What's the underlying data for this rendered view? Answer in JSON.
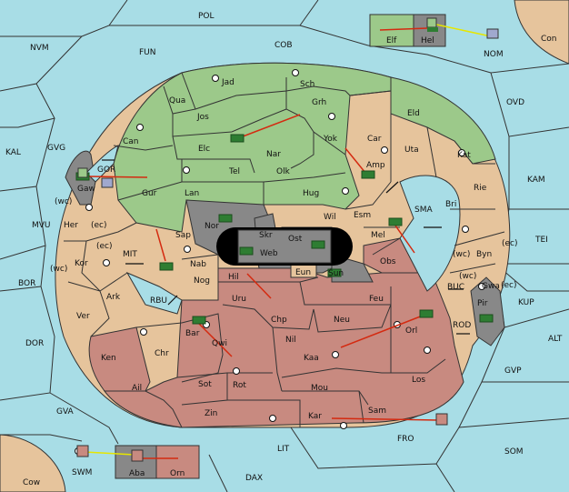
{
  "map": {
    "colors": {
      "sea": "#a8dde6",
      "green_power": "#9cc98a",
      "tan_power": "#e6c49c",
      "red_power": "#c88a80",
      "neutral": "#888888",
      "arrow": "#d42a10",
      "support_line": "#e6e600",
      "unit_tank": "#2e7d32"
    },
    "seas": {
      "pol": "POL",
      "nvm": "NVM",
      "fun": "FUN",
      "cob": "COB",
      "con": "Con",
      "nom": "NOM",
      "ovd": "OVD",
      "kal": "KAL",
      "gvg": "GVG",
      "mvu": "MVU",
      "bor": "BOR",
      "dor": "DOR",
      "gva": "GVA",
      "cow": "Cow",
      "swm": "SWM",
      "lit": "LIT",
      "dax": "DAX",
      "fro": "FRO",
      "som": "SOM",
      "gvp": "GVP",
      "alt": "ALT",
      "kup": "KUP",
      "tei": "TEI",
      "kam": "KAM",
      "buc": "BUC",
      "rod": "ROD",
      "sma": "SMA",
      "mit": "MIT",
      "rbu": "RBU",
      "gor": "GOR"
    },
    "provinces": {
      "jad": "Jad",
      "sch": "Sch",
      "qua": "Qua",
      "jos": "Jos",
      "grh": "Grh",
      "eld": "Eld",
      "can": "Can",
      "elc": "Elc",
      "nar": "Nar",
      "yok": "Yok",
      "car": "Car",
      "uta": "Uta",
      "kat": "Kat",
      "gaw": "Gaw",
      "tel": "Tel",
      "olk": "Olk",
      "amp": "Amp",
      "gur": "Gur",
      "lan": "Lan",
      "hug": "Hug",
      "rie": "Rie",
      "bri": "Bri",
      "her": "Her",
      "her_wc": "(wc)",
      "her_ec": "(ec)",
      "nor": "Nor",
      "skr": "Skr",
      "ost": "Ost",
      "wil": "Wil",
      "esm": "Esm",
      "sap": "Sap",
      "web": "Web",
      "mel": "Mel",
      "kor": "Kor",
      "kor_wc": "(wc)",
      "kor_ec": "(ec)",
      "byn": "Byn",
      "byn_wc": "(wc)",
      "byn_ec": "(ec)",
      "nab": "Nab",
      "eun": "Eun",
      "sun": "Sun",
      "obs": "Obs",
      "gwa": "Gwa",
      "gwa_wc": "(wc)",
      "gwa_ec": "(ec)",
      "ark": "Ark",
      "hil": "Hil",
      "nog": "Nog",
      "uru": "Uru",
      "feu": "Feu",
      "pir": "Pir",
      "ver": "Ver",
      "chp": "Chp",
      "neu": "Neu",
      "bar": "Bar",
      "qwi": "Qwi",
      "orl": "Orl",
      "nil": "Nil",
      "ken": "Ken",
      "chr": "Chr",
      "kaa": "Kaa",
      "ail": "Ail",
      "sot": "Sot",
      "rot": "Rot",
      "mou": "Mou",
      "los": "Los",
      "zin": "Zin",
      "kar": "Kar",
      "sam": "Sam",
      "elf": "Elf",
      "hel": "Hel",
      "aba": "Aba",
      "orn": "Orn"
    }
  }
}
